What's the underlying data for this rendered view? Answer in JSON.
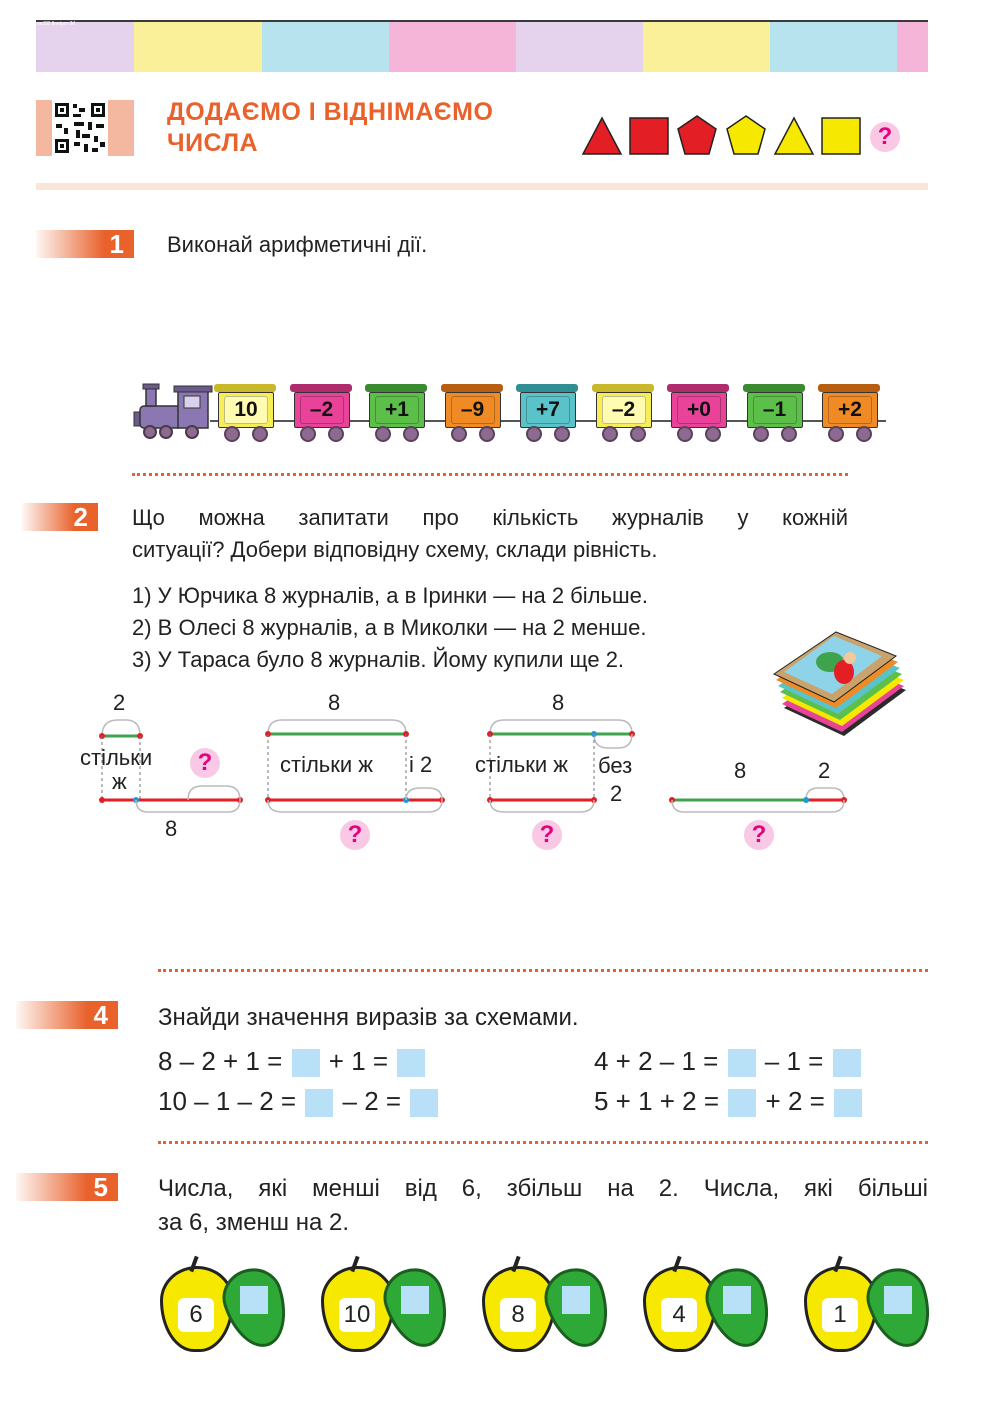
{
  "header": {
    "tiny_text": "mrZZI Ikvrtpm IM",
    "title_line1": "ДОДАЄМО І ВІДНІМАЄМО",
    "title_line2": "ЧИСЛА",
    "stripe_colors": [
      "#e5d3ee",
      "#fbf09a",
      "#b7e3ee",
      "#f5b5d9",
      "#e5d3ee",
      "#fbf09a",
      "#b7e3ee",
      "#f5b5d9"
    ],
    "shapes": [
      {
        "icon": "triangle-red-icon",
        "color": "#e31e24"
      },
      {
        "icon": "square-red-icon",
        "color": "#e31e24"
      },
      {
        "icon": "pentagon-red-icon",
        "color": "#e31e24"
      },
      {
        "icon": "pentagon-yellow-icon",
        "color": "#f7e800"
      },
      {
        "icon": "triangle-yellow-icon",
        "color": "#f7e800"
      },
      {
        "icon": "square-yellow-icon",
        "color": "#f7e800"
      }
    ],
    "question_mark": "?"
  },
  "task1": {
    "number": "1",
    "text": "Виконай арифметичні дії.",
    "wagons": [
      {
        "label": "10",
        "color": "#f7ee57"
      },
      {
        "label": "–2",
        "color": "#e94399"
      },
      {
        "label": "+1",
        "color": "#5cbf4a"
      },
      {
        "label": "–9",
        "color": "#f08a24"
      },
      {
        "label": "+7",
        "color": "#59c3c9"
      },
      {
        "label": "–2",
        "color": "#f7ee57"
      },
      {
        "label": "+0",
        "color": "#e94399"
      },
      {
        "label": "–1",
        "color": "#5cbf4a"
      },
      {
        "label": "+2",
        "color": "#f08a24"
      }
    ]
  },
  "task2": {
    "number": "2",
    "text_line1": "Що можна запитати про кількість журналів у кожній",
    "text_line2": "ситуації? Добери відповідну схему, склади рівність.",
    "items": [
      "1) У Юрчика 8 журналів, а в Іринки — на 2 більше.",
      "2) В Олесі 8 журналів, а в Миколки — на 2 менше.",
      "3) У Тараса було 8 журналів. Йому купили ще 2."
    ],
    "schema1": {
      "top": "2",
      "middle_line1": "стільки",
      "middle_line2": "ж",
      "bottom": "8",
      "q": "?"
    },
    "schema2": {
      "top": "8",
      "middle": "стільки ж",
      "right": "і 2",
      "q": "?"
    },
    "schema3": {
      "top": "8",
      "middle": "стільки ж",
      "right_line1": "без",
      "right_line2": "2",
      "q": "?"
    },
    "schema4": {
      "left": "8",
      "right": "2",
      "q": "?"
    }
  },
  "task4": {
    "number": "4",
    "text": "Знайди значення виразів за схемами.",
    "expressions": [
      {
        "start": "8 – 2 + 1 =",
        "mid": "+ 1 ="
      },
      {
        "start": "10 – 1 – 2 =",
        "mid": "– 2 ="
      },
      {
        "start": "4 + 2 – 1 =",
        "mid": "– 1 ="
      },
      {
        "start": "5 + 1 + 2 =",
        "mid": "+ 2 ="
      }
    ]
  },
  "task5": {
    "number": "5",
    "text_line1": "Числа, які менші від 6, збільш на 2. Числа, які більші",
    "text_line2": "за 6, зменш на 2.",
    "pears": [
      "6",
      "10",
      "8",
      "4",
      "1"
    ]
  }
}
